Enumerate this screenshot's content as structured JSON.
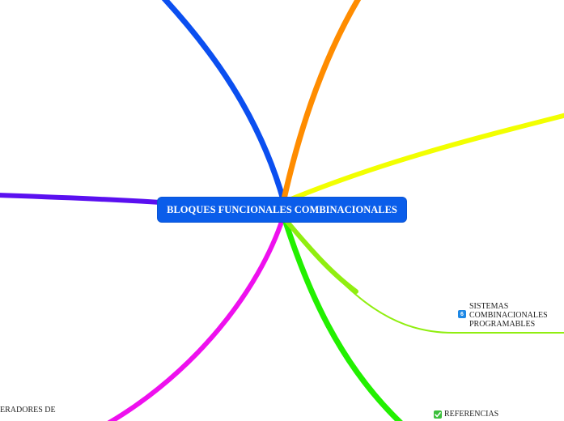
{
  "central_topic": {
    "label": "BLOQUES FUNCIONALES COMBINACIONALES",
    "color": "#0a5dea"
  },
  "branches": [
    {
      "id": "blue",
      "color": "#0b4ff0"
    },
    {
      "id": "orange",
      "color": "#ff8c00"
    },
    {
      "id": "yellow",
      "color": "#f2ff00"
    },
    {
      "id": "purple",
      "color": "#5a10f0"
    },
    {
      "id": "magenta",
      "color": "#ee10ee"
    },
    {
      "id": "green",
      "color": "#22f000"
    },
    {
      "id": "lime",
      "color": "#90ee10"
    }
  ],
  "nodes": {
    "sistemas": {
      "badge": "6",
      "line1": "SISTEMAS",
      "line2": "COMBINACIONALES",
      "line3": "PROGRAMABLES"
    },
    "referencias": {
      "label": "REFERENCIAS",
      "icon": "check-icon"
    },
    "generadores": {
      "label": "ERADORES DE"
    }
  }
}
